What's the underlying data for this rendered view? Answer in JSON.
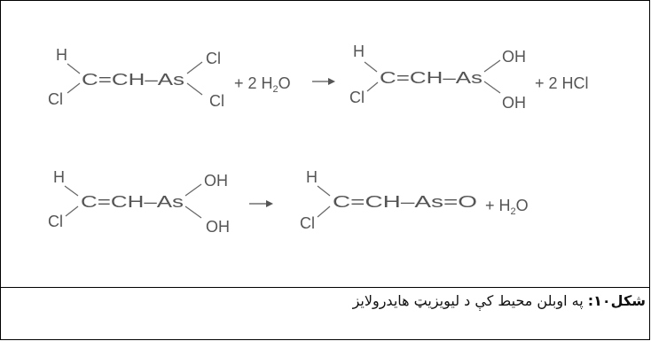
{
  "scheme": {
    "reaction_1": {
      "reactant": {
        "vinyl_h": "H",
        "vinyl_cl": "Cl",
        "chain": "C=CH–As",
        "as_sub_top": "Cl",
        "as_sub_bottom": "Cl"
      },
      "plus_1": "+ 2 H",
      "water_sub": "2",
      "water_tail": "O",
      "product": {
        "vinyl_h": "H",
        "vinyl_cl": "Cl",
        "chain": "C=CH–As",
        "as_sub_top": "OH",
        "as_sub_bottom": "OH"
      },
      "plus_2": "+ 2 HCl"
    },
    "reaction_2": {
      "reactant": {
        "vinyl_h": "H",
        "vinyl_cl": "Cl",
        "chain": "C=CH–As",
        "as_sub_top": "OH",
        "as_sub_bottom": "OH"
      },
      "product": {
        "vinyl_h": "H",
        "vinyl_cl": "Cl",
        "chain": "C=CH–As=O"
      },
      "plus": "+ H",
      "water_sub": "2",
      "water_tail": "O"
    }
  },
  "caption": {
    "label": "شکل۱۰:",
    "text": " په اوبلن محیط کې د لیویزیټ هایدرولایز"
  }
}
